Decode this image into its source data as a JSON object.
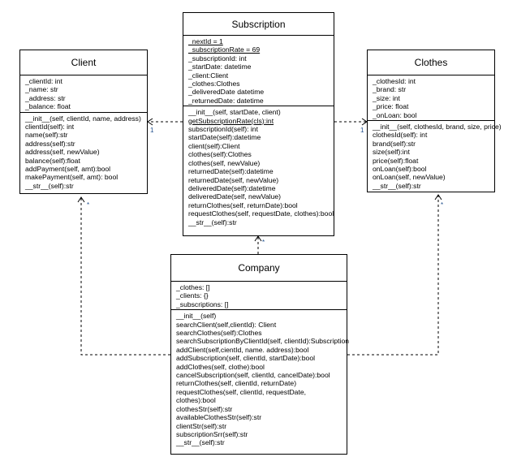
{
  "classes": {
    "client": {
      "name": "Client",
      "attributes": [
        "_clientId: int",
        "_name: str",
        "_address: str",
        "_balance: float"
      ],
      "methods": [
        "__init__(self, clientId, name, address)",
        "clientId(self): int",
        "name(self):str",
        "address(self):str",
        "address(self, newValue)",
        "balance(self):float",
        "addPayment(self, amt):bool",
        "makePayment(self, amt): bool",
        "__str__(self):str"
      ]
    },
    "subscription": {
      "name": "Subscription",
      "attributes": [
        "_nextId = 1",
        "_subscriptionRate = 69",
        "_subscriptionId: int",
        "_startDate: datetime",
        "_client:Client",
        "_clothes:Clothes",
        "_deliveredDate datetime",
        "_returnedDate: datetime"
      ],
      "static_attributes": [
        0,
        1
      ],
      "methods": [
        "__init__(self, startDate, client)",
        "getSubscriptionRate(cls):int",
        "subscriptionId(self): int",
        "startDate(self):datetime",
        "client(self):Client",
        "clothes(self):Clothes",
        "clothes(self, newValue)",
        "returnedDate(self):datetime",
        "returnedDate(self, newValue)",
        "deliveredDate(self):datetime",
        "deliveredDate(self, newValue)",
        "returnClothes(self, returnDate):bool",
        "requestClothes(self, requestDate, clothes):bool",
        "__str__(self):str"
      ],
      "static_methods": [
        1
      ]
    },
    "clothes": {
      "name": "Clothes",
      "attributes": [
        "_clothesId: int",
        "_brand: str",
        "_size: int",
        "_price: float",
        "_onLoan: bool"
      ],
      "methods": [
        "__init__(self, clothesId, brand, size, price)",
        "clothesId(self): int",
        "brand(self):str",
        "size(self):int",
        "price(self):float",
        "onLoan(self):bool",
        "onLoan(self, newValue)",
        "__str__(self):str"
      ]
    },
    "company": {
      "name": "Company",
      "attributes": [
        "_clothes: []",
        "_clients: {}",
        "_subscriptions: []"
      ],
      "methods": [
        "__init__(self)",
        "searchClient(self,clientId): Client",
        "searchClothes(self):Clothes",
        "searchSubscriptionByClientId(self, clientId):Subscription",
        "addClient(self,cientId, name. address):bool",
        "addSubscription(self, clientId, startDate):bool",
        "addClothes(self, clothe):bool",
        "cancelSubscription(self, clientId, cancelDate):bool",
        "returnClothes(self, clientId, returnDate)",
        "requestClothes(self, clientId, requestDate,",
        "clothes):bool",
        "clothesStr(self):str",
        "availableClothesStr(self):str",
        "clientStr(self):str",
        "subscriptionSrr(self):str",
        "__str__(self):str"
      ]
    }
  },
  "multiplicities": {
    "sub_to_client": "1",
    "sub_to_clothes": "1",
    "company_to_client": "*",
    "company_to_sub": "*",
    "company_to_clothes": "*"
  },
  "colors": {
    "line": "#000000",
    "multiplicity": "#1f4e8c"
  }
}
